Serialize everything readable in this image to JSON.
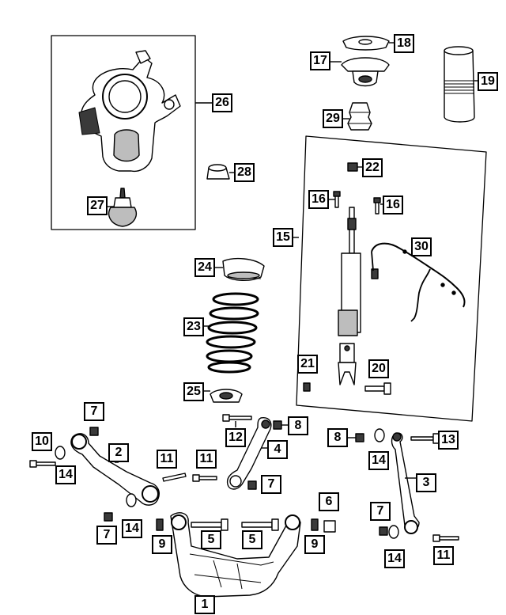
{
  "diagram": {
    "colors": {
      "line": "#000000",
      "part_fill": "#ffffff",
      "shade": "#bdbdbd",
      "dark": "#3a3a3a"
    },
    "callouts": [
      {
        "id": "c1",
        "label": "1"
      },
      {
        "id": "c2",
        "label": "2"
      },
      {
        "id": "c3a",
        "label": "3"
      },
      {
        "id": "c4",
        "label": "4"
      },
      {
        "id": "c5a",
        "label": "5"
      },
      {
        "id": "c5b",
        "label": "5"
      },
      {
        "id": "c6",
        "label": "6"
      },
      {
        "id": "c7a",
        "label": "7"
      },
      {
        "id": "c7b",
        "label": "7"
      },
      {
        "id": "c7c",
        "label": "7"
      },
      {
        "id": "c7d",
        "label": "7"
      },
      {
        "id": "c8a",
        "label": "8"
      },
      {
        "id": "c8b",
        "label": "8"
      },
      {
        "id": "c9a",
        "label": "9"
      },
      {
        "id": "c9b",
        "label": "9"
      },
      {
        "id": "c10",
        "label": "10"
      },
      {
        "id": "c11a",
        "label": "11"
      },
      {
        "id": "c11b",
        "label": "11"
      },
      {
        "id": "c11c",
        "label": "11"
      },
      {
        "id": "c12",
        "label": "12"
      },
      {
        "id": "c13",
        "label": "13"
      },
      {
        "id": "c14a",
        "label": "14"
      },
      {
        "id": "c14b",
        "label": "14"
      },
      {
        "id": "c14c",
        "label": "14"
      },
      {
        "id": "c14d",
        "label": "14"
      },
      {
        "id": "c15",
        "label": "15"
      },
      {
        "id": "c16a",
        "label": "16"
      },
      {
        "id": "c16b",
        "label": "16"
      },
      {
        "id": "c17",
        "label": "17"
      },
      {
        "id": "c18",
        "label": "18"
      },
      {
        "id": "c19",
        "label": "19"
      },
      {
        "id": "c20",
        "label": "20"
      },
      {
        "id": "c21",
        "label": "21"
      },
      {
        "id": "c22",
        "label": "22"
      },
      {
        "id": "c23",
        "label": "23"
      },
      {
        "id": "c24",
        "label": "24"
      },
      {
        "id": "c25",
        "label": "25"
      },
      {
        "id": "c26",
        "label": "26"
      },
      {
        "id": "c27",
        "label": "27"
      },
      {
        "id": "c28",
        "label": "28"
      },
      {
        "id": "c29",
        "label": "29"
      },
      {
        "id": "c30",
        "label": "30"
      }
    ]
  }
}
